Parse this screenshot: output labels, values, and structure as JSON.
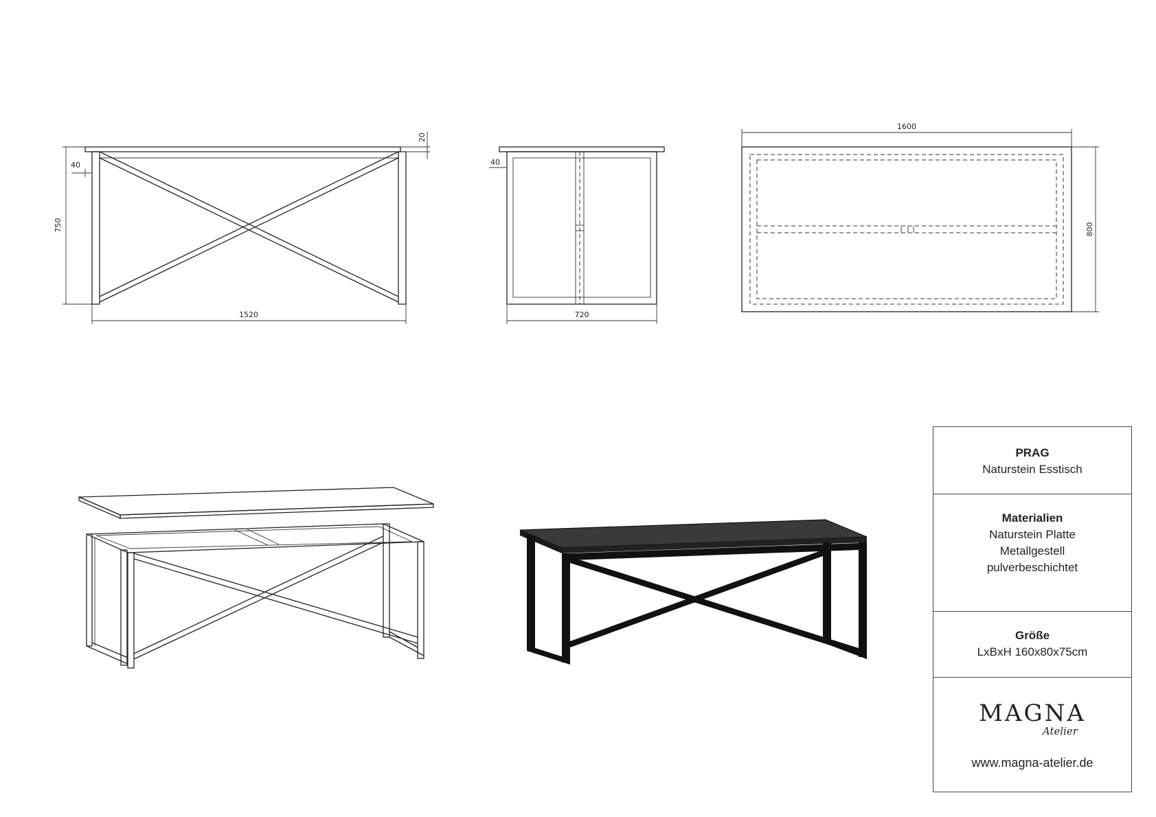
{
  "dimensions": {
    "front_length": "1520",
    "height": "750",
    "leg_inset": "40",
    "top_thickness": "20",
    "side_width": "720",
    "side_leg_inset": "40",
    "top_length": "1600",
    "top_width": "800"
  },
  "title_block": {
    "product_name": "PRAG",
    "product_type": "Naturstein Esstisch",
    "materials_heading": "Materialien",
    "materials": [
      "Naturstein Platte",
      "Metallgestell",
      "pulverbeschichtet"
    ],
    "size_heading": "Größe",
    "size_value": "LxBxH 160x80x75cm",
    "brand": "MAGNA",
    "brand_sub": "Atelier",
    "website": "www.magna-atelier.de"
  },
  "colors": {
    "line": "#222222",
    "frame_fill": "#111111",
    "top_fill": "#3a3a3a"
  }
}
